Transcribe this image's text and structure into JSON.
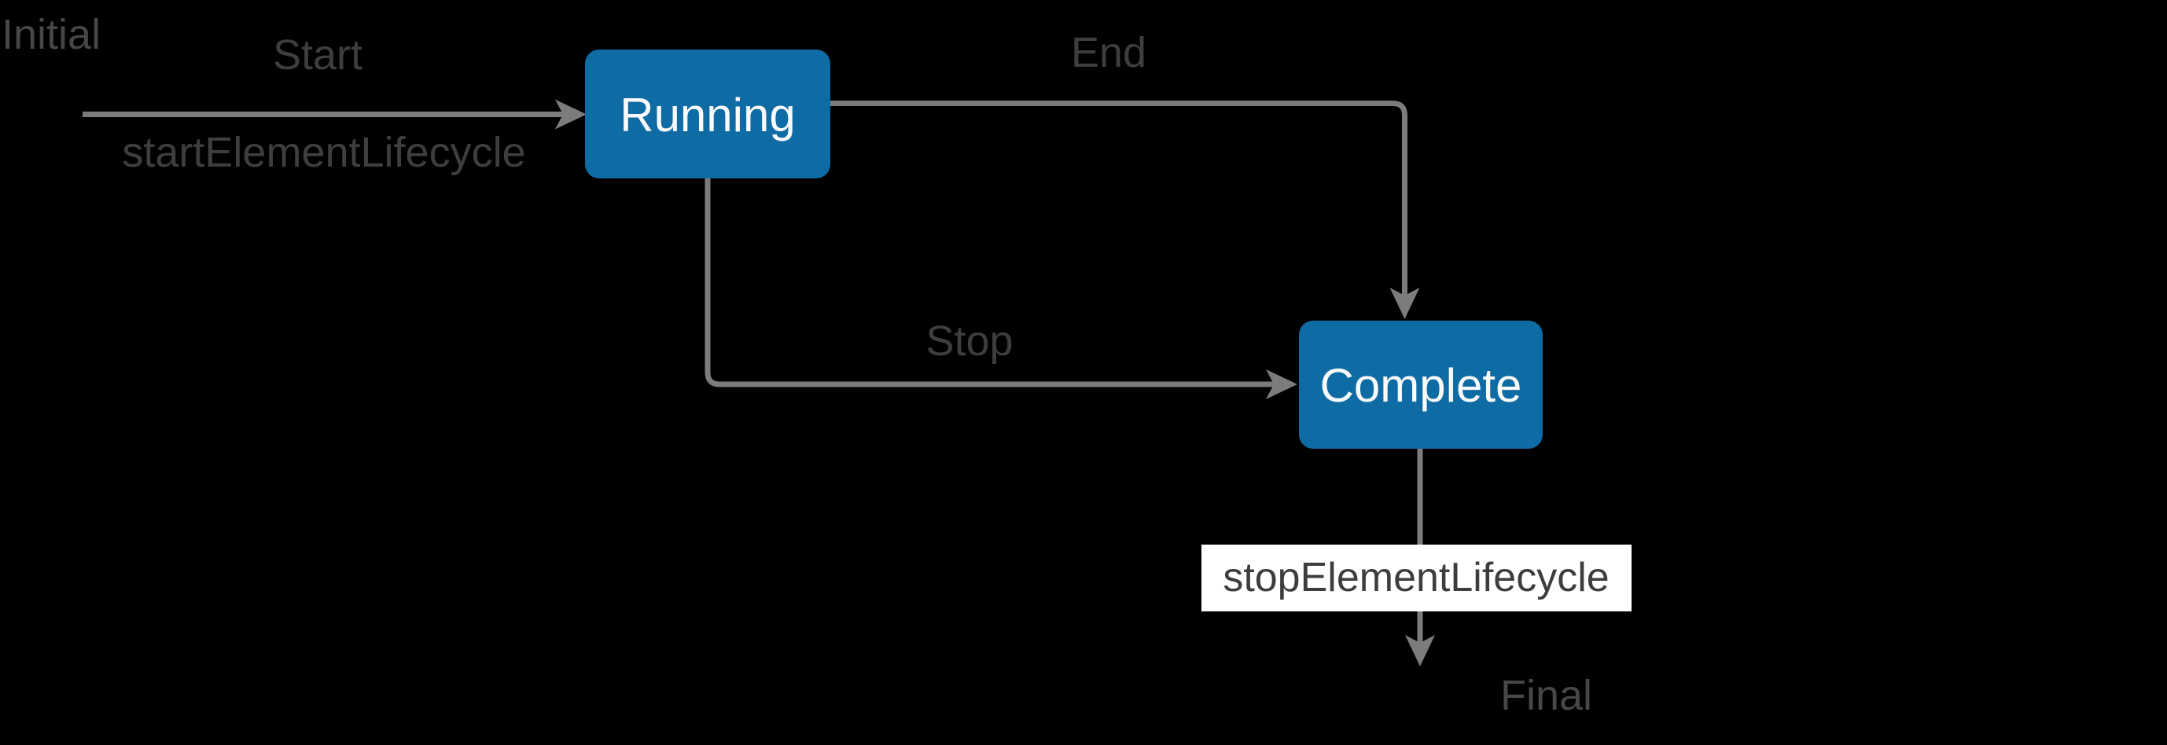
{
  "colors": {
    "background": "#000000",
    "state_fill": "#0e6ba4",
    "state_text": "#fafafa",
    "edge": "#7c7c7c",
    "transition_label": "#3e3e3e",
    "endpoint_label": "#474747",
    "event_label_bg": "#ffffff",
    "event_label_text": "#3d3d3d"
  },
  "endpoints": {
    "initial": {
      "label": "Initial"
    },
    "final": {
      "label": "Final"
    }
  },
  "states": {
    "running": {
      "label": "Running"
    },
    "complete": {
      "label": "Complete"
    }
  },
  "transitions": {
    "start": {
      "trigger": "Start",
      "action": "startElementLifecycle"
    },
    "end": {
      "trigger": "End"
    },
    "stop": {
      "trigger": "Stop"
    },
    "final": {
      "action": "stopElementLifecycle"
    }
  }
}
